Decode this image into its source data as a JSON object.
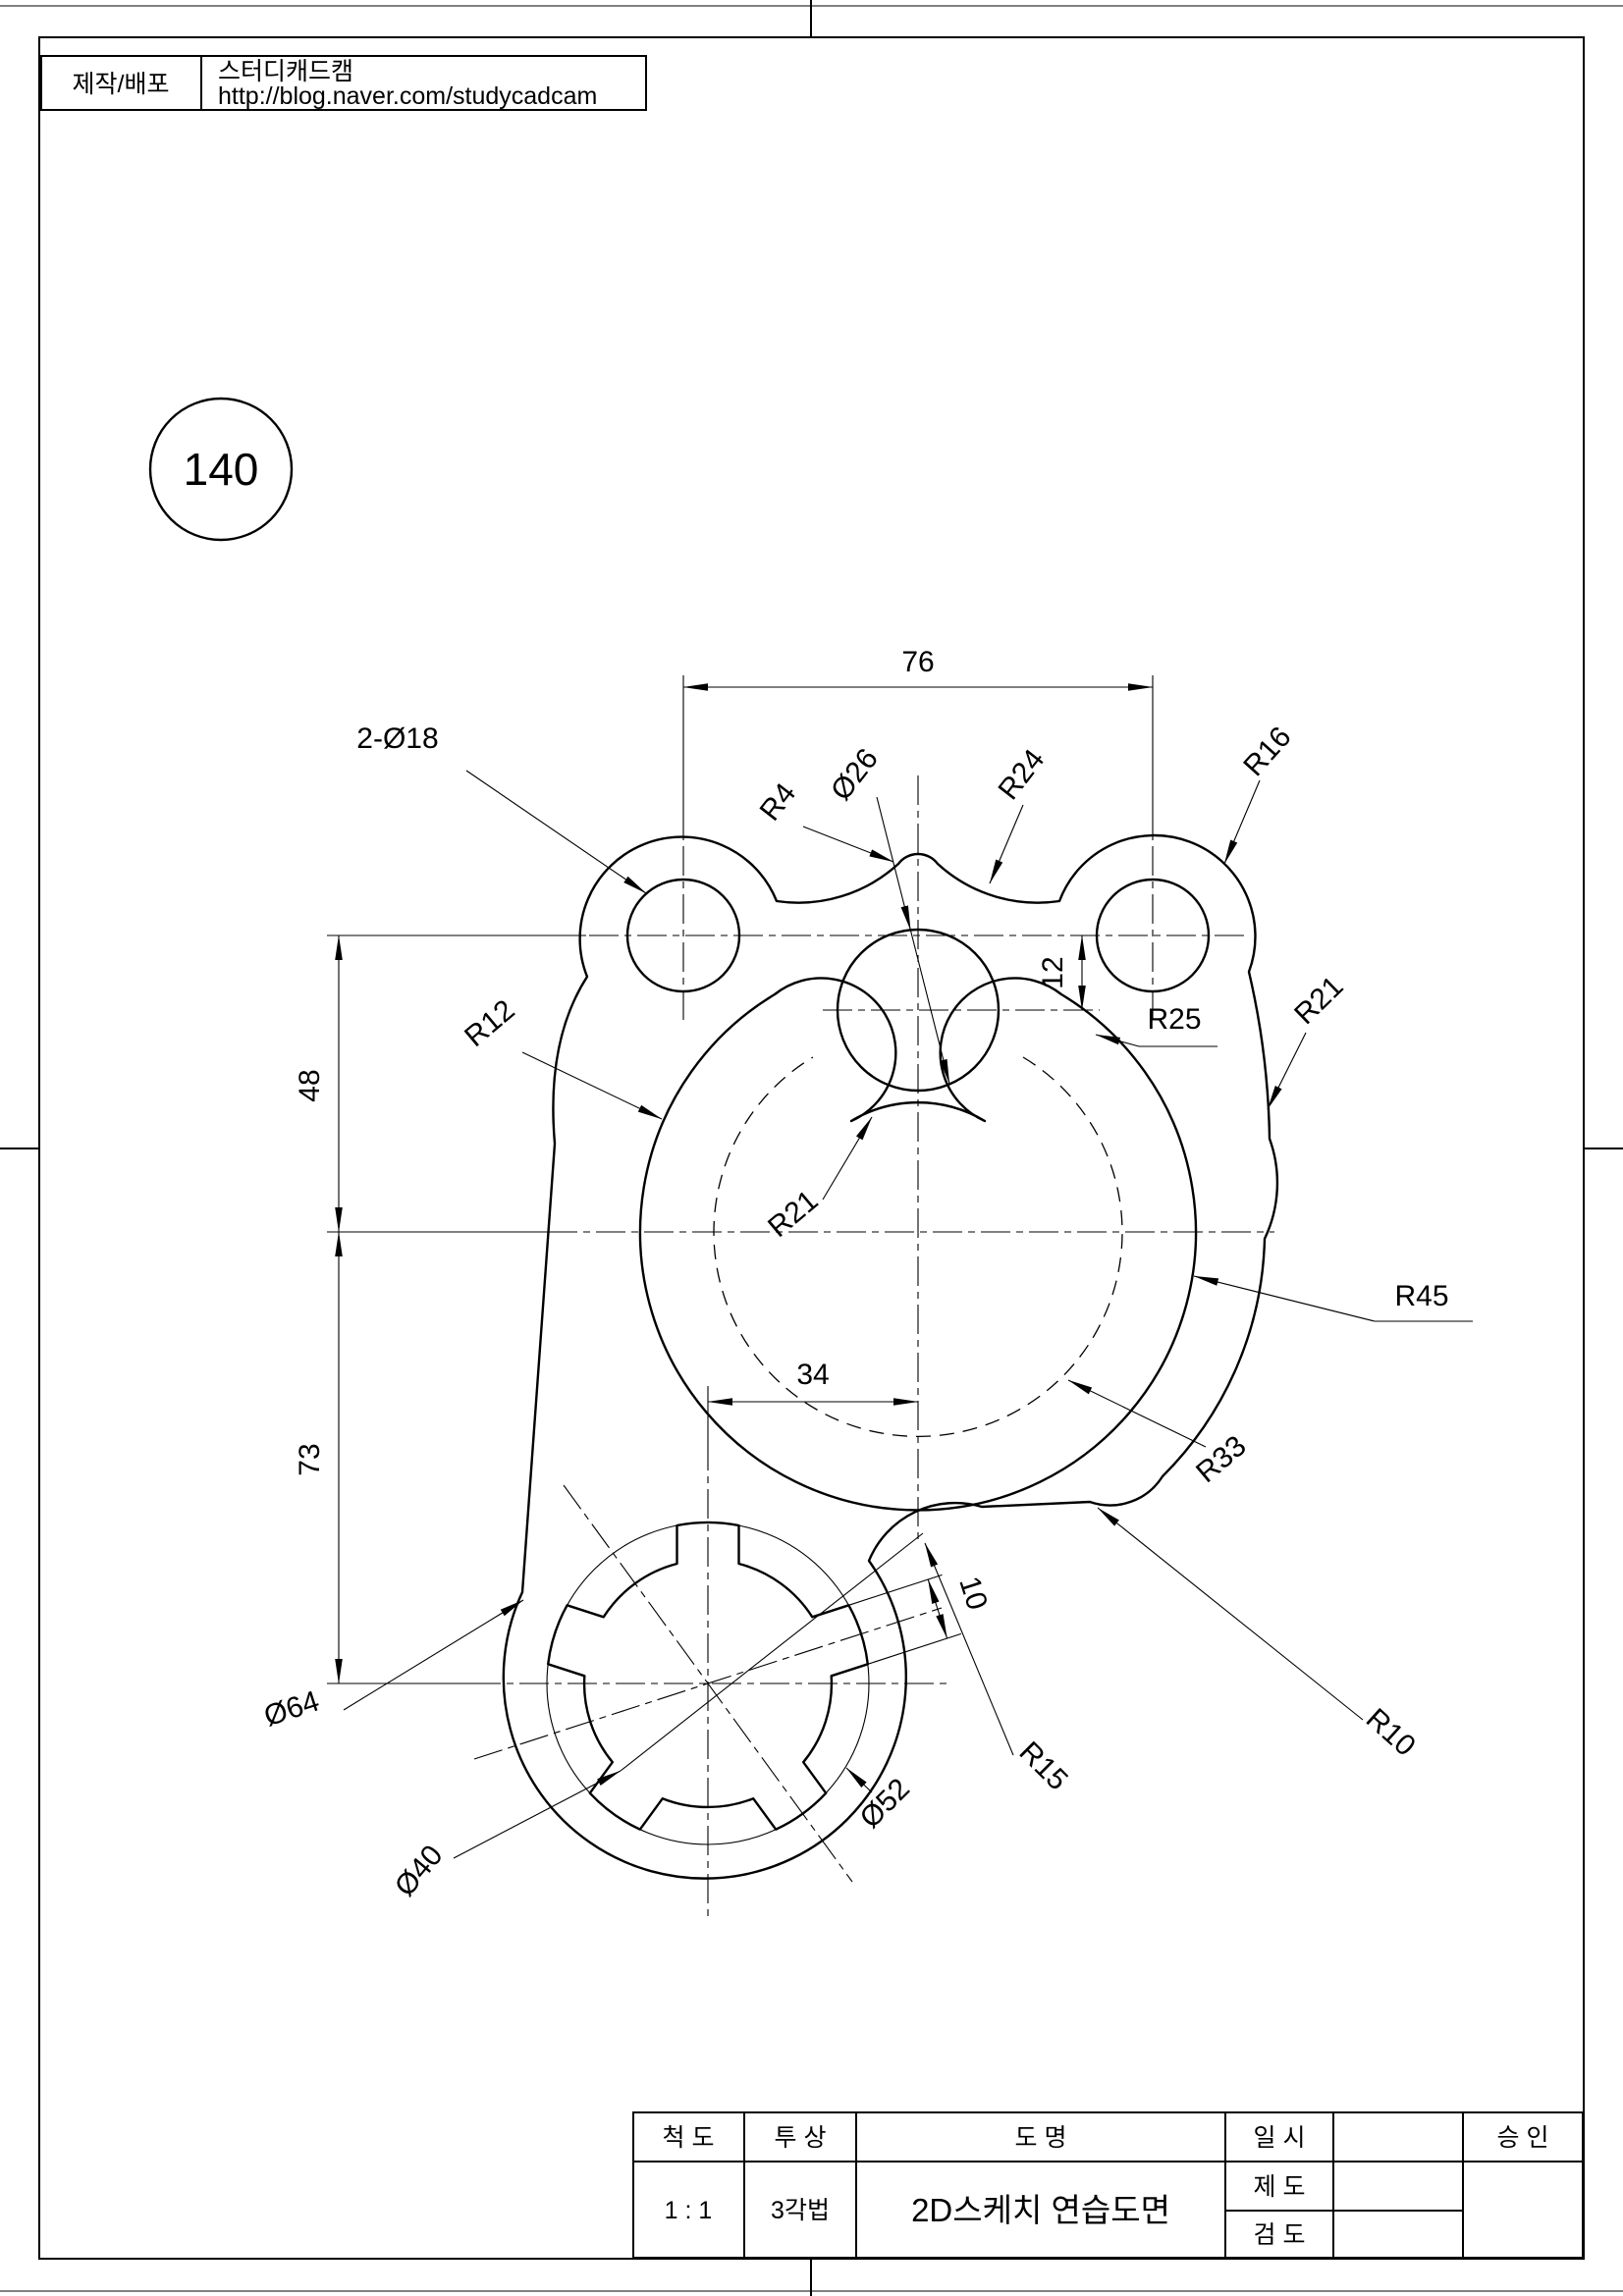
{
  "frame": {
    "sheet_number": "140"
  },
  "header": {
    "label": "제작/배포",
    "studio": "스터디캐드캠",
    "url": "http://blog.naver.com/studycadcam"
  },
  "dims": {
    "d76": "76",
    "d2x18": "2-Ø18",
    "r4": "R4",
    "d26": "Ø26",
    "r24": "R24",
    "r16": "R16",
    "d12": "12",
    "d48": "48",
    "r12": "R12",
    "r25": "R25",
    "r21_outer": "R21",
    "r21_inner": "R21",
    "r45": "R45",
    "d34": "34",
    "r33": "R33",
    "d73": "73",
    "d10": "10",
    "r15": "R15",
    "r10": "R10",
    "d64": "Ø64",
    "d40": "Ø40",
    "d52": "Ø52"
  },
  "title_block": {
    "scale_label": "척 도",
    "projection_label": "투 상",
    "name_label": "도 명",
    "date_label": "일 시",
    "approve_label": "승 인",
    "scale_value": "1 : 1",
    "projection_value": "3각법",
    "drawing_name": "2D스케치 연습도면",
    "draft_label": "제 도",
    "check_label": "검 도"
  }
}
